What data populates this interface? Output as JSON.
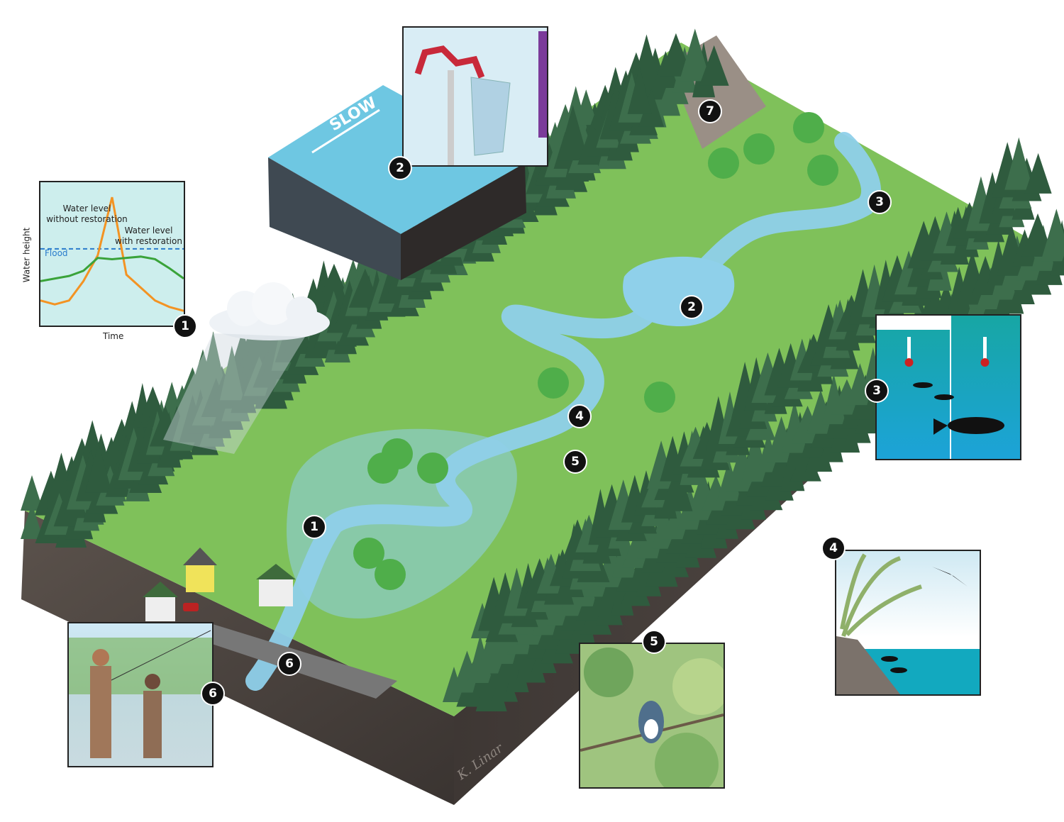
{
  "chart_inset": {
    "ylabel": "Water height",
    "xlabel": "Time",
    "flood_label": "Flood",
    "label_without": "Water level without restoration",
    "label_with": "Water level with restoration"
  },
  "chart_data": {
    "type": "line",
    "title": "",
    "xlabel": "Time",
    "ylabel": "Water height",
    "x": [
      0,
      1,
      2,
      3,
      4,
      5,
      6,
      7,
      8,
      9,
      10
    ],
    "ylim": [
      0,
      1
    ],
    "flood_level": 0.55,
    "series": [
      {
        "name": "Water level without restoration",
        "color": "#f39323",
        "values": [
          0.15,
          0.12,
          0.15,
          0.3,
          0.5,
          0.95,
          0.35,
          0.25,
          0.15,
          0.1,
          0.07
        ]
      },
      {
        "name": "Water level with restoration",
        "color": "#3aa33a",
        "values": [
          0.3,
          0.32,
          0.34,
          0.38,
          0.48,
          0.47,
          0.48,
          0.49,
          0.47,
          0.4,
          0.32
        ]
      }
    ]
  },
  "slow_label": "SLOW",
  "signature": "K. Linar",
  "badges": {
    "chart": "1",
    "floodplain": "1",
    "pump": "2",
    "pond": "2",
    "stream": "3",
    "temperature": "3",
    "bank": "4",
    "bank_inset": "4",
    "meadow": "5",
    "kingfisher": "5",
    "fishing": "6",
    "fishing_inset": "6",
    "forest": "7"
  },
  "colors": {
    "water": "#8fd0ea",
    "meadow": "#7fc15a",
    "forest": "#2f5b3e",
    "soil": "#4a4340",
    "teal": "#1aa3a6",
    "badge": "#111111"
  }
}
